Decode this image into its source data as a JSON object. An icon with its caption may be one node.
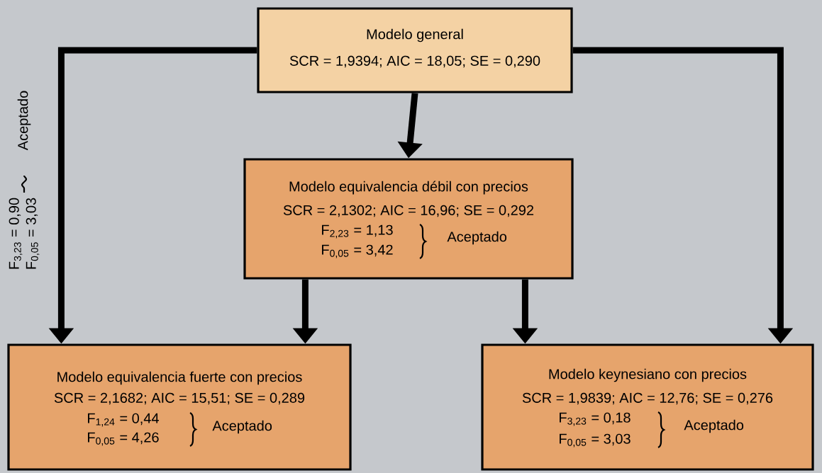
{
  "diagram": {
    "nodes": [
      {
        "text": [
          "Modelo general",
          "SCR = 1,9394; AIC = 18,05; SE = 0,290"
        ]
      },
      {
        "text": [
          "Modelo equivalencia débil con precios",
          "SCR = 2,1302; AIC = 16,96; SE = 0,292",
          "F$_{2,23}$ = 1,13",
          "F$_{0,05}$ = 3,42",
          "Aceptado"
        ]
      },
      {
        "text": [
          "Modelo equivalencia fuerte con precios",
          "SCR = 2,1682; AIC = 15,51; SE = 0,289",
          "F$_{1,24}$ = 0,44",
          "F$_{0,05}$ = 4,26",
          "Aceptado"
        ]
      },
      {
        "text": [
          "Modelo keynesiano con precios",
          "SCR = 1,9839; AIC = 12,76; SE = 0,276",
          "F$_{3,23}$ = 0,18",
          "F$_{0,05}$ = 3,03",
          "Aceptado"
        ]
      }
    ],
    "edges": [
      {
        "from": 0,
        "to": 1,
        "arrow": "to"
      },
      {
        "from": 0,
        "to": 2,
        "arrow": "to",
        "label": "Aceptado"
      },
      {
        "from": 0,
        "to": 3,
        "arrow": "to"
      },
      {
        "from": 1,
        "to": 2,
        "arrow": "to"
      },
      {
        "from": 1,
        "to": 3,
        "arrow": "to"
      }
    ],
    "labels": [
      "F$_{3,23}$ = 0,90",
      "F$_{0,05}$ = 3,03"
    ]
  }
}
